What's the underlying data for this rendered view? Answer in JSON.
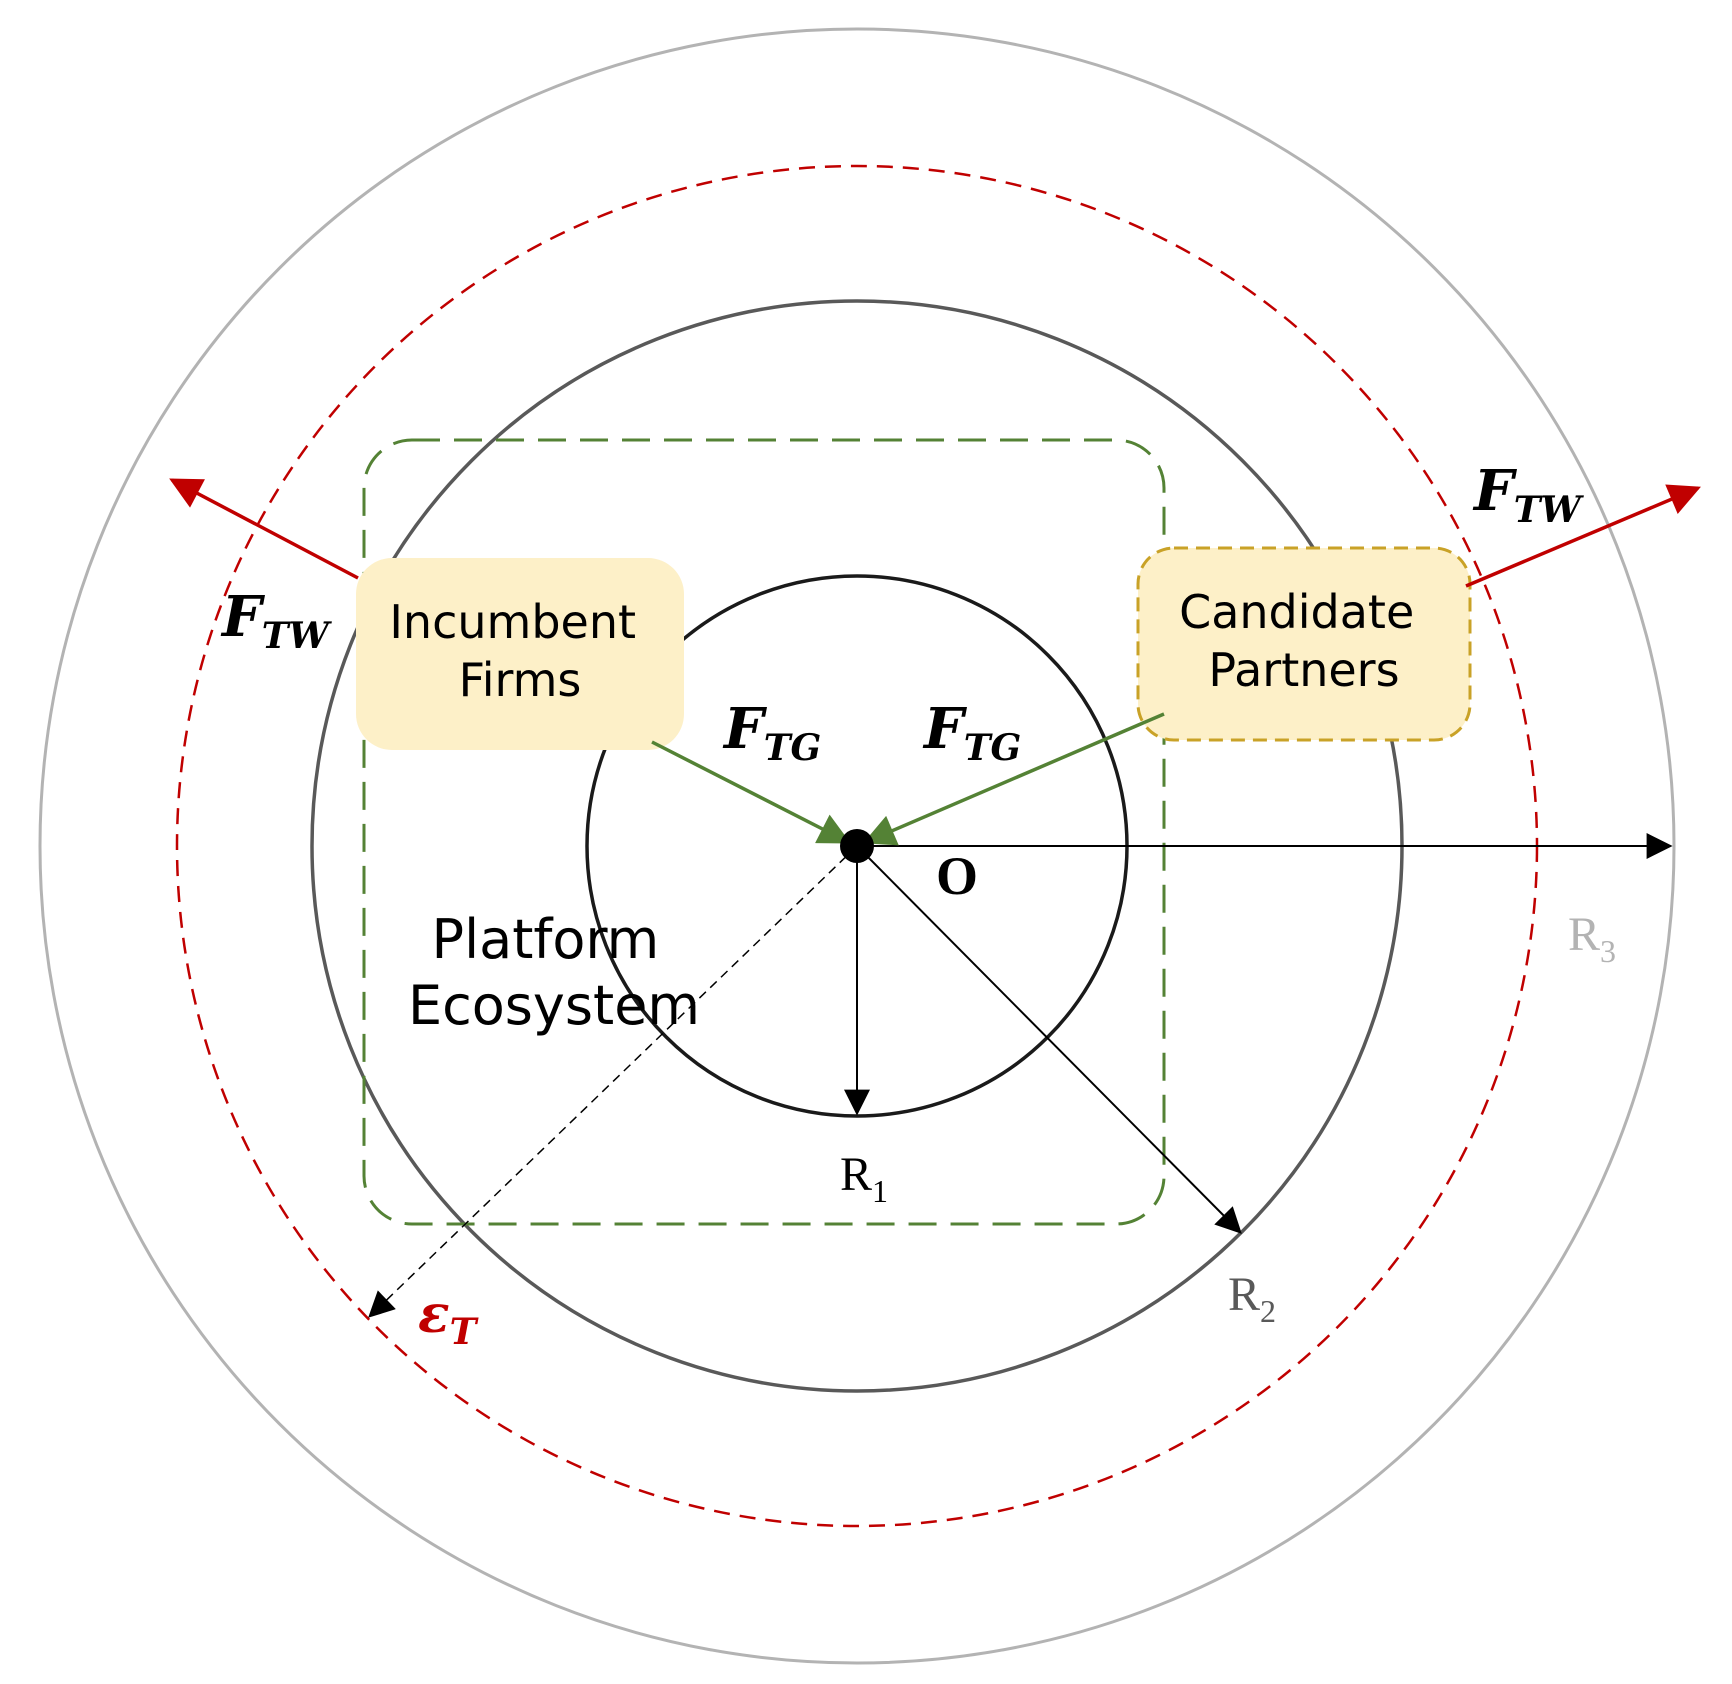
{
  "colors": {
    "outer_circle": "#b3b3b3",
    "middle_circle": "#595959",
    "inner_circle": "#1a1a1a",
    "threshold_circle": "#c00000",
    "ecosystem_border": "#548235",
    "incumbent_fill": "#fdf0c8",
    "candidate_fill": "#fdf0c8",
    "candidate_border": "#c9a227",
    "green_arrow": "#548235",
    "red_arrow": "#c00000"
  },
  "labels": {
    "incumbent_firms": [
      "Incumbent",
      "Firms"
    ],
    "candidate_partners": [
      "Candidate",
      "Partners"
    ],
    "platform_ecosystem": [
      "Platform",
      "Ecosystem"
    ],
    "origin": "O",
    "force_tg": {
      "main": "F",
      "sub": "TG"
    },
    "force_tw": {
      "main": "F",
      "sub": "TW"
    },
    "epsilon": {
      "main": "ε",
      "sub": "T"
    },
    "r1": {
      "main": "R",
      "sub": "1"
    },
    "r2": {
      "main": "R",
      "sub": "2"
    },
    "r3": {
      "main": "R",
      "sub": "3"
    }
  }
}
